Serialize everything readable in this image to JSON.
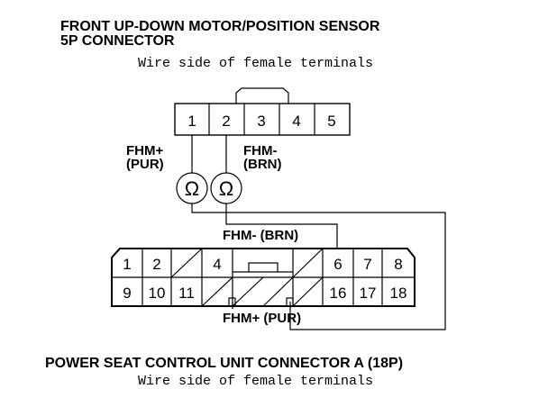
{
  "top_connector": {
    "title_line1": "FRONT UP-DOWN MOTOR/POSITION SENSOR",
    "title_line2": "5P CONNECTOR",
    "subtitle": "Wire side of female terminals",
    "pins": [
      "1",
      "2",
      "3",
      "4",
      "5"
    ],
    "probe_left": {
      "name": "FHM+",
      "color": "(PUR)"
    },
    "probe_right": {
      "name": "FHM-",
      "color": "(BRN)"
    },
    "meter_symbol": "Ω"
  },
  "bottom_connector": {
    "title": "POWER SEAT CONTROL UNIT CONNECTOR A (18P)",
    "subtitle": "Wire side of female terminals",
    "top_row_pins": [
      "1",
      "2",
      "4",
      "6",
      "7",
      "8"
    ],
    "bottom_row_pins": [
      "9",
      "10",
      "11",
      "16",
      "17",
      "18"
    ],
    "wire_top_label": "FHM- (BRN)",
    "wire_bottom_label": "FHM+ (PUR)"
  }
}
